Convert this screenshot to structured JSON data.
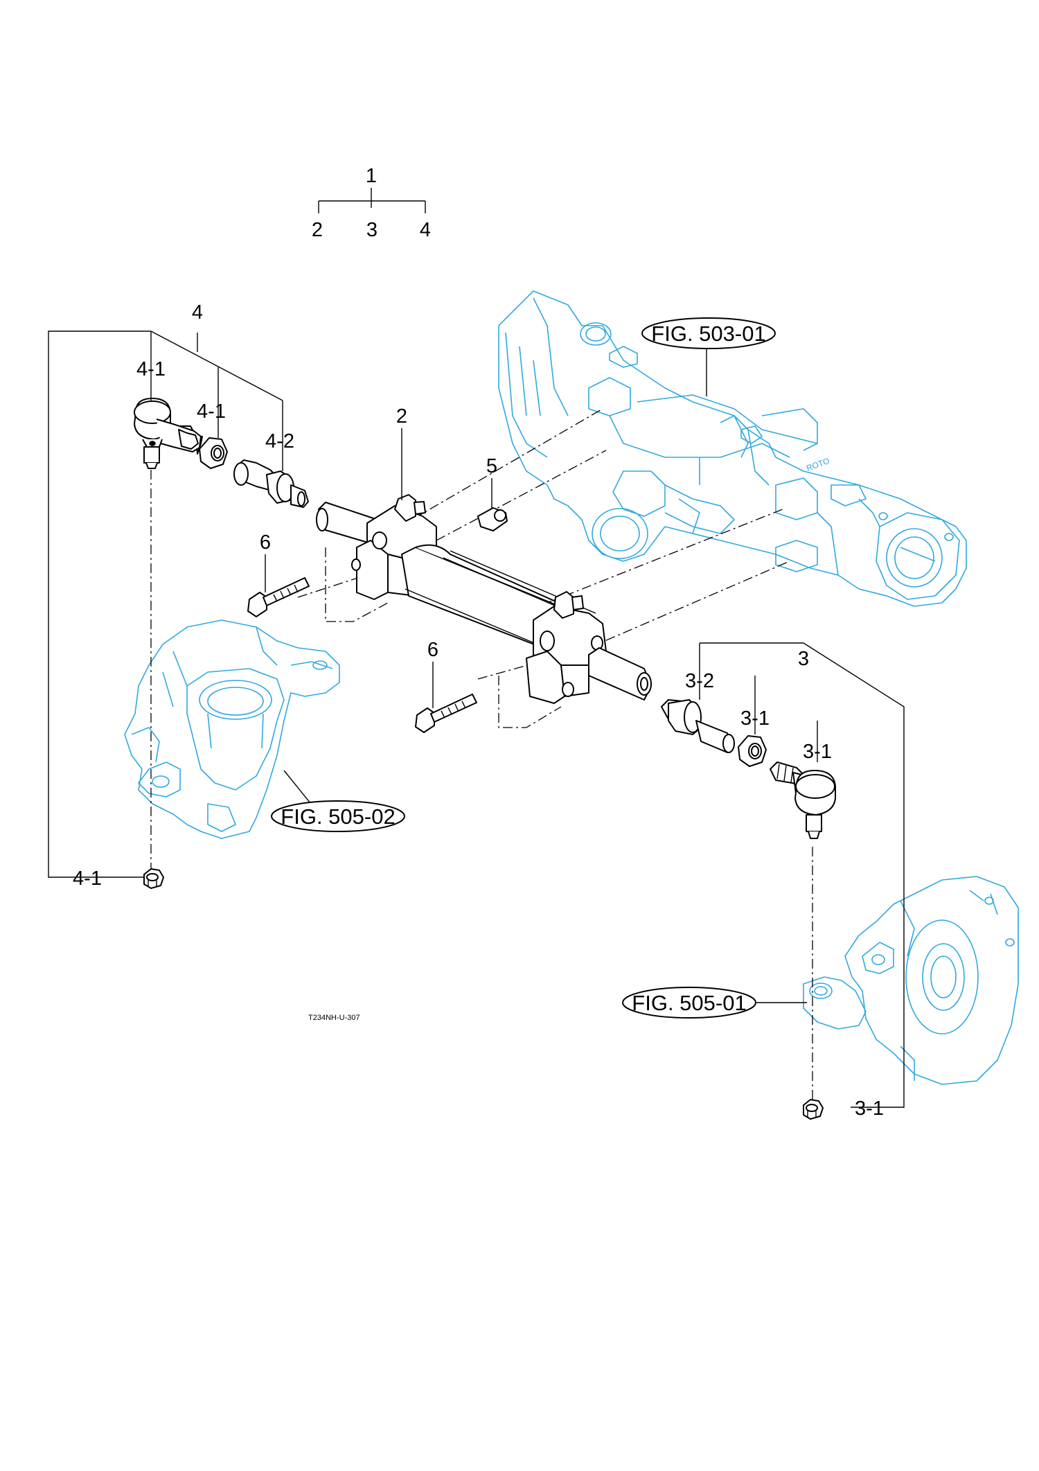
{
  "hierarchy": {
    "parent": "1",
    "children": [
      "2",
      "3",
      "4"
    ]
  },
  "callouts": {
    "assy_4": "4",
    "p4_1_top": "4-1",
    "p4_1_nut": "4-1",
    "p4_2": "4-2",
    "p4_1_bottom": "4-1",
    "p2": "2",
    "p5": "5",
    "p6_upper": "6",
    "p6_lower": "6",
    "assy_3": "3",
    "p3_2": "3-2",
    "p3_1_nut": "3-1",
    "p3_1_end": "3-1",
    "p3_1_bottom": "3-1"
  },
  "figure_refs": {
    "axle_housing": "FIG. 503-01",
    "left_knuckle": "FIG. 505-02",
    "right_knuckle": "FIG. 505-01"
  },
  "drawing_code": "T234NH-U-307",
  "colors": {
    "reference_outline": "#2fa8e0",
    "part_outline": "#000000"
  }
}
